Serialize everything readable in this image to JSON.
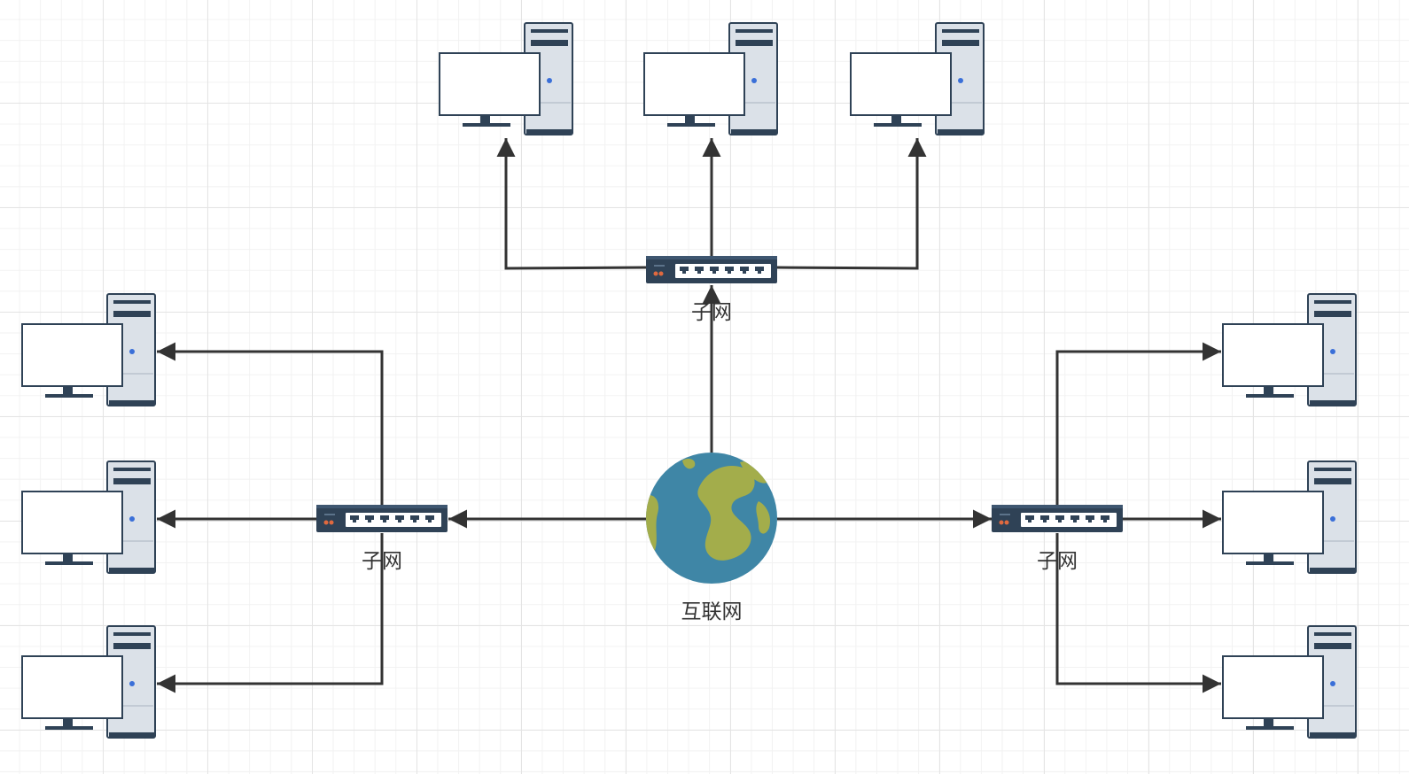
{
  "nodes": {
    "internet": {
      "label": "互联网",
      "icon": "globe-icon"
    },
    "subnet_top": {
      "label": "子网",
      "icon": "network-switch-icon"
    },
    "subnet_left": {
      "label": "子网",
      "icon": "network-switch-icon"
    },
    "subnet_right": {
      "label": "子网",
      "icon": "network-switch-icon"
    },
    "computers": {
      "count": 9,
      "icon": "desktop-computer-icon"
    }
  },
  "colors": {
    "edge": "#333333",
    "device_dark": "#2f4256",
    "device_port": "#ffffff",
    "switch_led": "#e0693f",
    "tower": "#dbe1e8",
    "monitor_screen": "#ffffff",
    "globe_ocean": "#3f86a6",
    "globe_land": "#a3ad4b",
    "grid_major": "#e4e4e4",
    "grid_minor": "#f2f2f2"
  }
}
